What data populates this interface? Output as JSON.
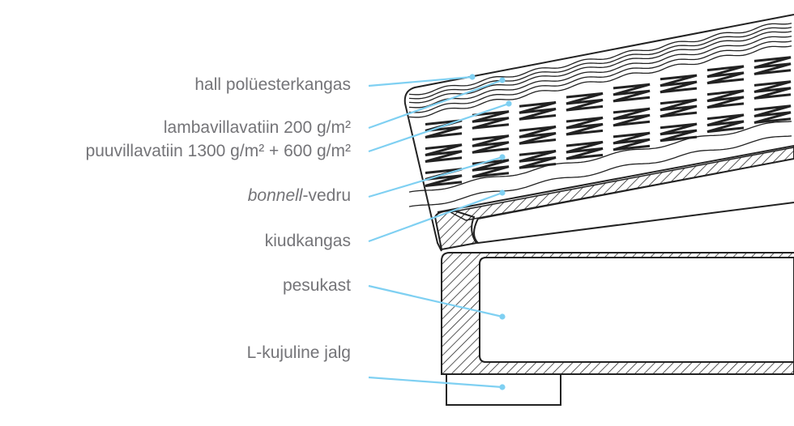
{
  "labels": {
    "hall": "hall polüesterkangas",
    "lamba": "lambavillavatiin 200 g/m²",
    "puuvilla": "puuvillavatiin 1300 g/m² + 600 g/m²",
    "bonnell_italic": "bonnell",
    "bonnell_rest": "-vedru",
    "kiud": "kiudkangas",
    "pesukast": "pesukast",
    "jalg": "L-kujuline jalg"
  },
  "colors": {
    "leader": "#7fd0f2",
    "text": "#747478",
    "line": "#222222"
  }
}
